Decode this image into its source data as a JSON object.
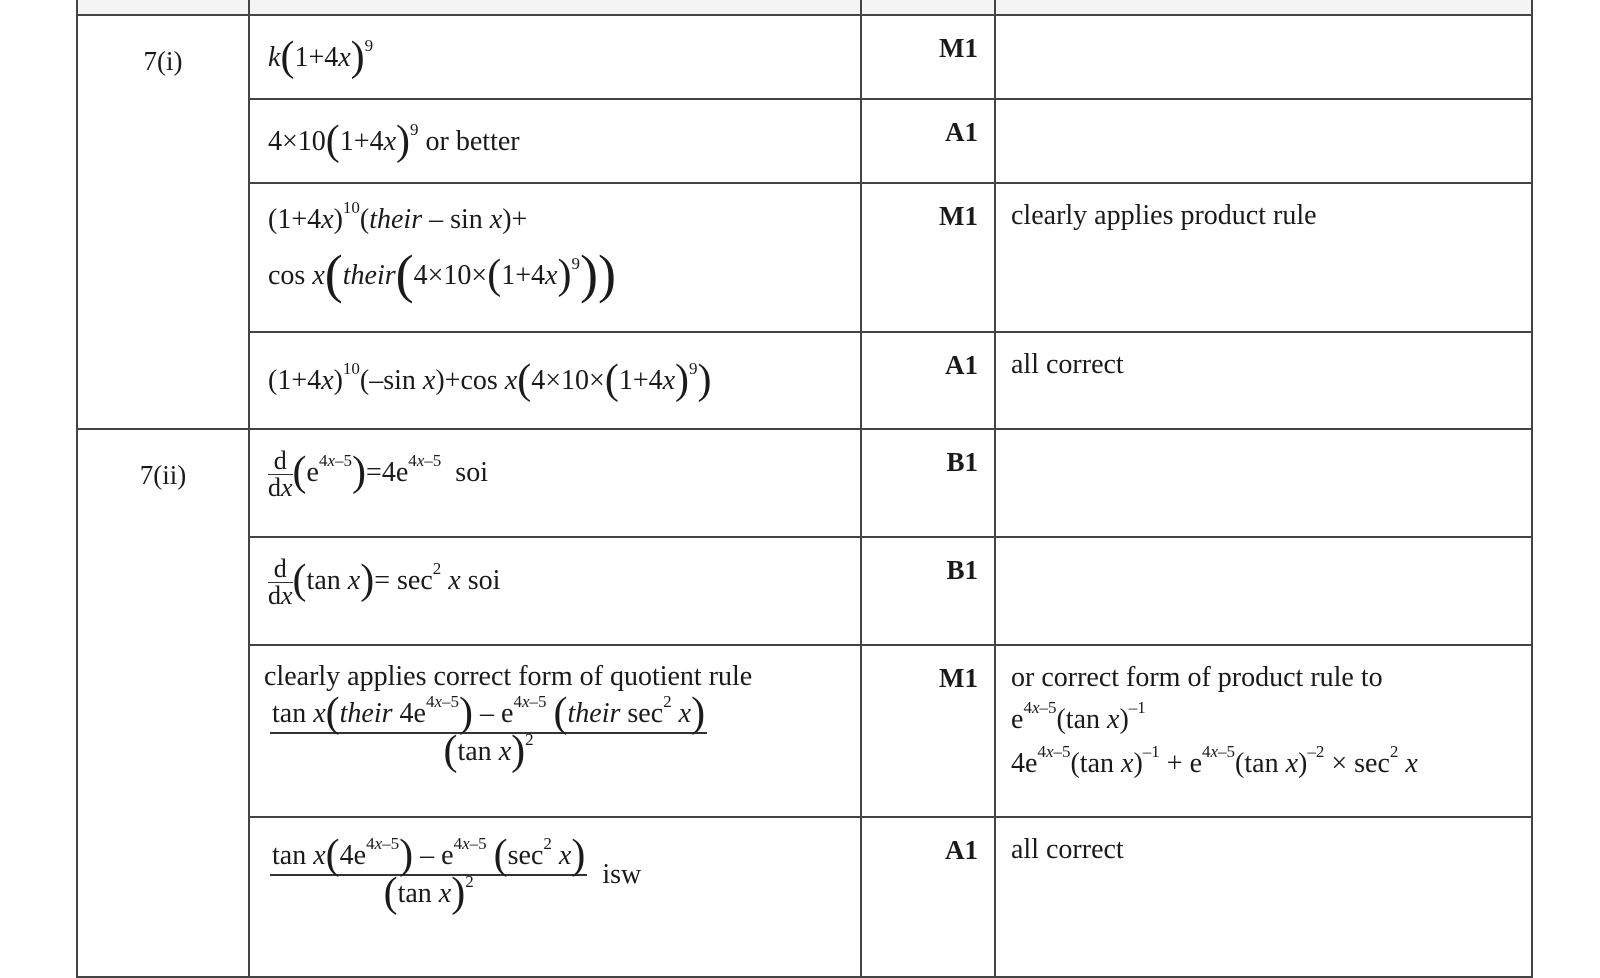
{
  "rows": [
    {
      "q": "7(i)",
      "mark": "M1",
      "guidance": ""
    },
    {
      "mark": "A1",
      "guidance": "",
      "suffix": "or better"
    },
    {
      "mark": "M1",
      "guidance": "clearly applies product rule",
      "their": "their"
    },
    {
      "mark": "A1",
      "guidance": "all correct"
    },
    {
      "q": "7(ii)",
      "mark": "B1",
      "guidance": "",
      "suffix": "soi"
    },
    {
      "mark": "B1",
      "guidance": "",
      "suffix": "soi"
    },
    {
      "mark": "M1",
      "text": "clearly applies correct form of quotient rule",
      "their": "their",
      "guidance": "or correct form of product rule to"
    },
    {
      "mark": "A1",
      "guidance": "all correct",
      "suffix": "isw"
    }
  ]
}
